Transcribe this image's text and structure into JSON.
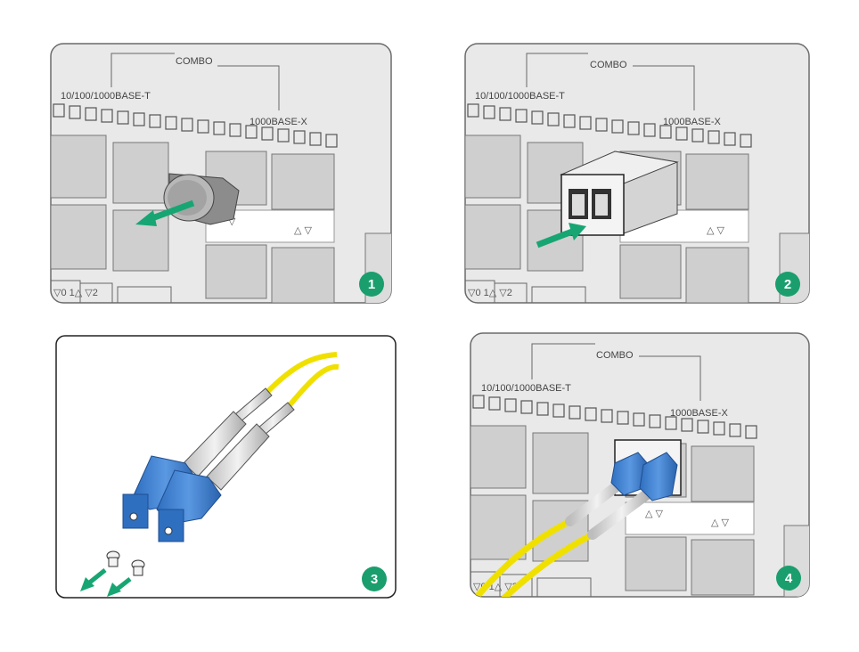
{
  "panels": [
    {
      "step": "1",
      "combo": "COMBO",
      "copper": "10/100/1000BASE-T",
      "fiber": "1000BASE-X"
    },
    {
      "step": "2",
      "combo": "COMBO",
      "copper": "10/100/1000BASE-T",
      "fiber": "1000BASE-X"
    },
    {
      "step": "3"
    },
    {
      "step": "4",
      "combo": "COMBO",
      "copper": "10/100/1000BASE-T",
      "fiber": "1000BASE-X"
    }
  ],
  "colors": {
    "step_badge": "#1a9e6e",
    "arrow": "#17a673",
    "fiber_cable": "#f0e000",
    "lc_connector": "#3d7fd1",
    "chassis": "#e6e6e6"
  },
  "icons": [
    "arrow-icon",
    "step-badge-icon",
    "led-triangle-icon"
  ]
}
